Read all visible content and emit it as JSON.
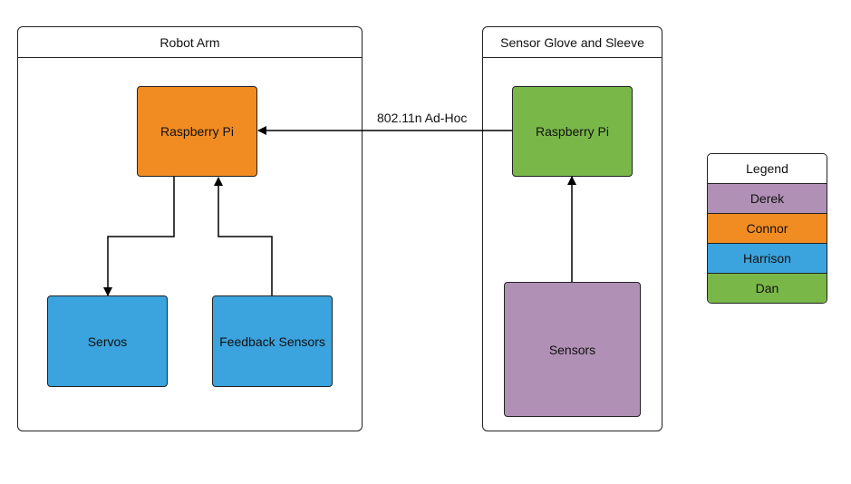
{
  "containers": {
    "robot_arm": {
      "title": "Robot Arm"
    },
    "sensor_glove": {
      "title": "Sensor Glove and Sleeve"
    }
  },
  "nodes": {
    "arm_pi": {
      "label": "Raspberry Pi",
      "color": "#f18c22"
    },
    "servos": {
      "label": "Servos",
      "color": "#3ba3dd"
    },
    "feedback": {
      "label": "Feedback Sensors",
      "color": "#3ba3dd"
    },
    "glove_pi": {
      "label": "Raspberry Pi",
      "color": "#79b848"
    },
    "sensors": {
      "label": "Sensors",
      "color": "#b190b6"
    }
  },
  "edges": {
    "link_label": "802.11n Ad-Hoc"
  },
  "legend": {
    "title": "Legend",
    "items": [
      {
        "label": "Derek",
        "color": "#b190b6"
      },
      {
        "label": "Connor",
        "color": "#f18c22"
      },
      {
        "label": "Harrison",
        "color": "#3ba3dd"
      },
      {
        "label": "Dan",
        "color": "#79b848"
      }
    ]
  }
}
